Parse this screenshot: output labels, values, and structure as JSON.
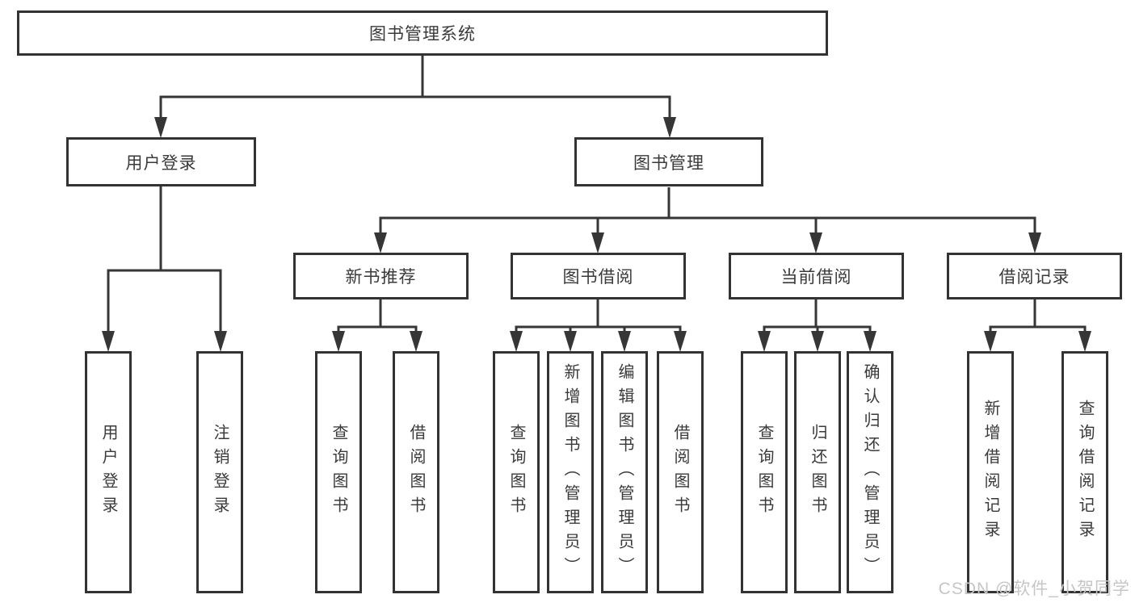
{
  "diagram": {
    "title_node": {
      "label": "图书管理系统"
    },
    "branches": [
      {
        "label": "用户登录",
        "parent": "图书管理系统"
      },
      {
        "label": "图书管理",
        "parent": "图书管理系统"
      }
    ],
    "modules": [
      {
        "label": "新书推荐",
        "parent": "图书管理"
      },
      {
        "label": "图书借阅",
        "parent": "图书管理"
      },
      {
        "label": "当前借阅",
        "parent": "图书管理"
      },
      {
        "label": "借阅记录",
        "parent": "图书管理"
      }
    ],
    "leaves": [
      {
        "label": "用户登录",
        "parent": "用户登录"
      },
      {
        "label": "注销登录",
        "parent": "用户登录"
      },
      {
        "label": "查询图书",
        "parent": "新书推荐"
      },
      {
        "label": "借阅图书",
        "parent": "新书推荐"
      },
      {
        "label": "查询图书",
        "parent": "图书借阅"
      },
      {
        "label": "新增图书（管理员）",
        "parent": "图书借阅"
      },
      {
        "label": "编辑图书（管理员）",
        "parent": "图书借阅"
      },
      {
        "label": "借阅图书",
        "parent": "图书借阅"
      },
      {
        "label": "查询图书",
        "parent": "当前借阅"
      },
      {
        "label": "归还图书",
        "parent": "当前借阅"
      },
      {
        "label": "确认归还（管理员）",
        "parent": "当前借阅"
      },
      {
        "label": "新增借阅记录",
        "parent": "借阅记录"
      },
      {
        "label": "查询借阅记录",
        "parent": "借阅记录"
      }
    ]
  },
  "watermark": {
    "text": "CSDN @软件_小贺同学"
  },
  "colors": {
    "line": "#363636",
    "border": "#333333",
    "text": "#3a3a3a",
    "watermark": "#c6c6c6",
    "background": "#ffffff"
  }
}
